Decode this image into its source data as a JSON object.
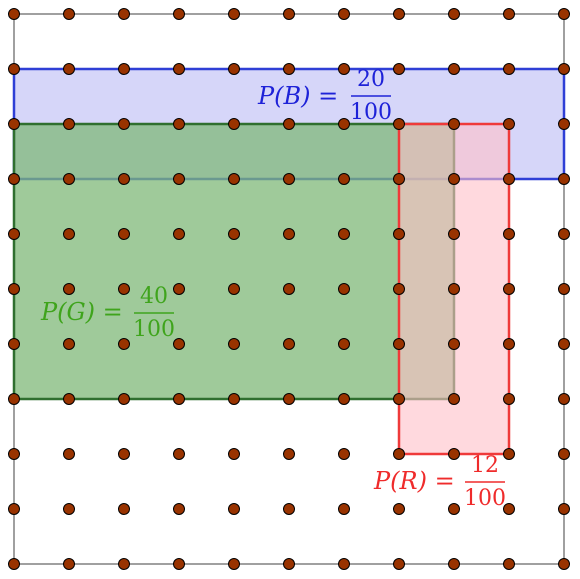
{
  "colors": {
    "frame": "#808080",
    "dot_fill": "#993300",
    "dot_stroke": "#000000",
    "blue_fill": "#cfcff8",
    "blue_stroke": "#2f3fd6",
    "green_fill": "#7fb878",
    "green_stroke": "#2f6f2f",
    "red_fill": "#ffc0c8",
    "red_stroke": "#ef3a3a",
    "blue_text": "#1e22d8",
    "green_text": "#3fa41c",
    "red_text": "#ef2b2b"
  },
  "grid": {
    "columns": 11,
    "rows": 11
  },
  "regions": {
    "blue": {
      "col_start": 0,
      "col_end": 10,
      "row_start": 1,
      "row_end": 3
    },
    "green": {
      "col_start": 0,
      "col_end": 8,
      "row_start": 2,
      "row_end": 7
    },
    "red": {
      "col_start": 7,
      "col_end": 9,
      "row_start": 2,
      "row_end": 8
    }
  },
  "labels": {
    "blue": {
      "lhs": "P(B) =",
      "numerator": "20",
      "denominator": "100"
    },
    "green": {
      "lhs": "P(G) =",
      "numerator": "40",
      "denominator": "100"
    },
    "red": {
      "lhs": "P(R) =",
      "numerator": "12",
      "denominator": "100"
    }
  }
}
